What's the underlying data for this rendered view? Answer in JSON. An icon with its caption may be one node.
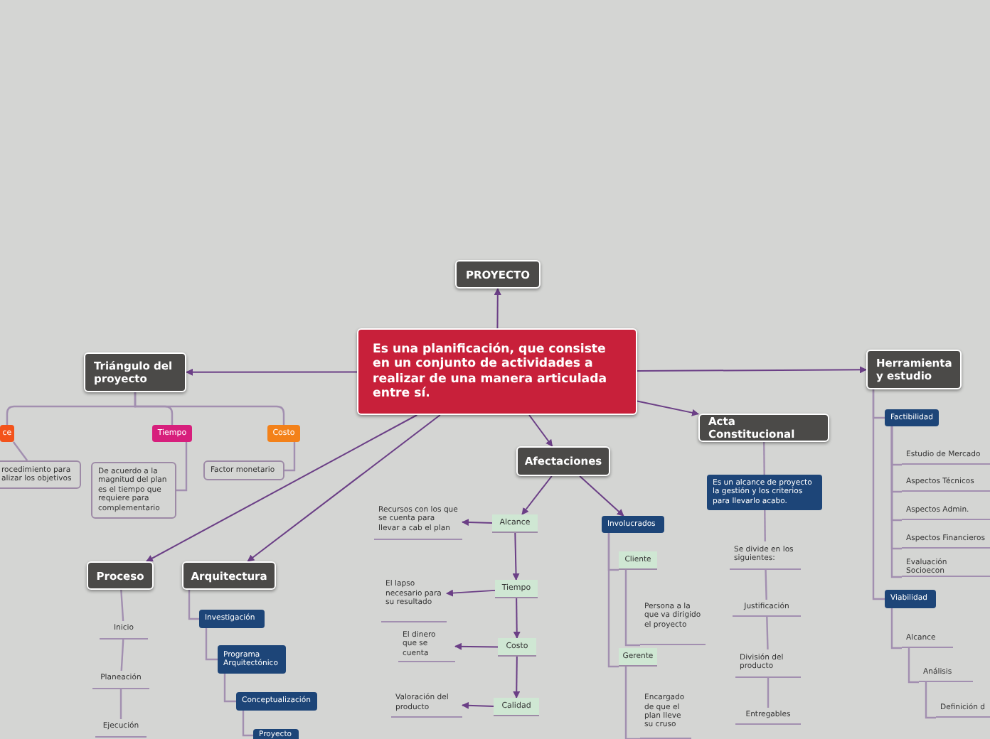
{
  "diagram": {
    "nodes": [
      {
        "text": [
          "PROYECTO"
        ]
      },
      {
        "text": [
          "Es una planificación, que consiste en un conjunto de actividades a realizar de una manera articulada entre sí."
        ]
      },
      {
        "text": [
          "Triángulo del proyecto"
        ]
      },
      {
        "text": [
          "ce"
        ]
      },
      {
        "text": [
          "Tiempo"
        ]
      },
      {
        "text": [
          "Costo"
        ]
      },
      {
        "text": [
          "rocedimiento para alizar los objetivos"
        ]
      },
      {
        "text": [
          "De acuerdo a la magnitud del plan es el tiempo que requiere para complementario"
        ]
      },
      {
        "text": [
          "Factor monetario"
        ]
      },
      {
        "text": [
          "Proceso"
        ]
      },
      {
        "text": [
          "Arquitectura"
        ]
      },
      {
        "text": [
          "Inicio"
        ]
      },
      {
        "text": [
          "Planeación"
        ]
      },
      {
        "text": [
          "Ejecución"
        ]
      },
      {
        "text": [
          "Investigación"
        ]
      },
      {
        "text": [
          "Programa Arquitectónico"
        ]
      },
      {
        "text": [
          "Conceptualización"
        ]
      },
      {
        "text": [
          "Proyecto"
        ]
      },
      {
        "text": [
          "Afectaciones"
        ]
      },
      {
        "text": [
          "Alcance"
        ]
      },
      {
        "text": [
          "Recursos con los que se cuenta para llevar a cab el plan"
        ]
      },
      {
        "text": [
          "Tiempo"
        ]
      },
      {
        "text": [
          "El lapso necesario para su resultado"
        ]
      },
      {
        "text": [
          "Costo"
        ]
      },
      {
        "text": [
          "El dinero que se cuenta"
        ]
      },
      {
        "text": [
          "Calidad"
        ]
      },
      {
        "text": [
          "Valoración del producto"
        ]
      },
      {
        "text": [
          "Involucrados"
        ]
      },
      {
        "text": [
          "Cliente"
        ]
      },
      {
        "text": [
          "Persona a la que va dirigido el proyecto"
        ]
      },
      {
        "text": [
          "Gerente"
        ]
      },
      {
        "text": [
          "Encargado de que el plan lleve su cruso"
        ]
      },
      {
        "text": [
          "Acta Constitucional"
        ]
      },
      {
        "text": [
          "Es un alcance de proyecto la gestión y los criterios para llevarlo acabo."
        ]
      },
      {
        "text": [
          "Se divide en los siguientes:"
        ]
      },
      {
        "text": [
          "Justificación"
        ]
      },
      {
        "text": [
          "División del producto"
        ]
      },
      {
        "text": [
          "Entregables"
        ]
      },
      {
        "text": [
          "Herramienta y estudio"
        ]
      },
      {
        "text": [
          "Factibilidad"
        ]
      },
      {
        "text": [
          "Estudio de Mercado"
        ]
      },
      {
        "text": [
          "Aspectos Técnicos"
        ]
      },
      {
        "text": [
          "Aspectos Admin."
        ]
      },
      {
        "text": [
          "Aspectos Financieros"
        ]
      },
      {
        "text": [
          "Evaluación Socioecon"
        ]
      },
      {
        "text": [
          "Viabilidad"
        ]
      },
      {
        "text": [
          "Alcance"
        ]
      },
      {
        "text": [
          "Análisis"
        ]
      },
      {
        "text": [
          "Definición d"
        ]
      }
    ],
    "edges": [
      {
        "from": 1,
        "to": 0,
        "arrow": "to"
      },
      {
        "from": 1,
        "to": 2,
        "arrow": "to"
      },
      {
        "from": 1,
        "to": 9,
        "arrow": "to"
      },
      {
        "from": 1,
        "to": 10,
        "arrow": "to"
      },
      {
        "from": 1,
        "to": 18,
        "arrow": "to"
      },
      {
        "from": 1,
        "to": 32,
        "arrow": "to"
      },
      {
        "from": 1,
        "to": 38,
        "arrow": "to"
      },
      {
        "from": 2,
        "to": 3,
        "arrow": "none"
      },
      {
        "from": 2,
        "to": 4,
        "arrow": "none"
      },
      {
        "from": 2,
        "to": 5,
        "arrow": "none"
      },
      {
        "from": 3,
        "to": 6,
        "arrow": "none"
      },
      {
        "from": 4,
        "to": 7,
        "arrow": "none"
      },
      {
        "from": 5,
        "to": 8,
        "arrow": "none"
      },
      {
        "from": 9,
        "to": 11,
        "arrow": "none"
      },
      {
        "from": 11,
        "to": 12,
        "arrow": "none"
      },
      {
        "from": 12,
        "to": 13,
        "arrow": "none"
      },
      {
        "from": 10,
        "to": 14,
        "arrow": "none"
      },
      {
        "from": 14,
        "to": 15,
        "arrow": "none"
      },
      {
        "from": 15,
        "to": 16,
        "arrow": "none"
      },
      {
        "from": 16,
        "to": 17,
        "arrow": "none"
      },
      {
        "from": 18,
        "to": 19,
        "arrow": "to"
      },
      {
        "from": 18,
        "to": 27,
        "arrow": "to"
      },
      {
        "from": 19,
        "to": 20,
        "arrow": "to"
      },
      {
        "from": 19,
        "to": 21,
        "arrow": "to"
      },
      {
        "from": 21,
        "to": 22,
        "arrow": "to"
      },
      {
        "from": 21,
        "to": 23,
        "arrow": "to"
      },
      {
        "from": 23,
        "to": 24,
        "arrow": "to"
      },
      {
        "from": 23,
        "to": 25,
        "arrow": "to"
      },
      {
        "from": 25,
        "to": 26,
        "arrow": "to"
      },
      {
        "from": 27,
        "to": 28,
        "arrow": "none"
      },
      {
        "from": 28,
        "to": 29,
        "arrow": "none"
      },
      {
        "from": 27,
        "to": 30,
        "arrow": "none"
      },
      {
        "from": 30,
        "to": 31,
        "arrow": "none"
      },
      {
        "from": 32,
        "to": 33,
        "arrow": "none"
      },
      {
        "from": 33,
        "to": 34,
        "arrow": "none"
      },
      {
        "from": 34,
        "to": 35,
        "arrow": "none"
      },
      {
        "from": 35,
        "to": 36,
        "arrow": "none"
      },
      {
        "from": 36,
        "to": 37,
        "arrow": "none"
      },
      {
        "from": 38,
        "to": 39,
        "arrow": "none"
      },
      {
        "from": 39,
        "to": 40,
        "arrow": "none"
      },
      {
        "from": 39,
        "to": 41,
        "arrow": "none"
      },
      {
        "from": 39,
        "to": 42,
        "arrow": "none"
      },
      {
        "from": 39,
        "to": 43,
        "arrow": "none"
      },
      {
        "from": 39,
        "to": 44,
        "arrow": "none"
      },
      {
        "from": 38,
        "to": 45,
        "arrow": "none"
      },
      {
        "from": 45,
        "to": 46,
        "arrow": "none"
      },
      {
        "from": 46,
        "to": 47,
        "arrow": "none"
      },
      {
        "from": 47,
        "to": 48,
        "arrow": "none"
      }
    ]
  }
}
